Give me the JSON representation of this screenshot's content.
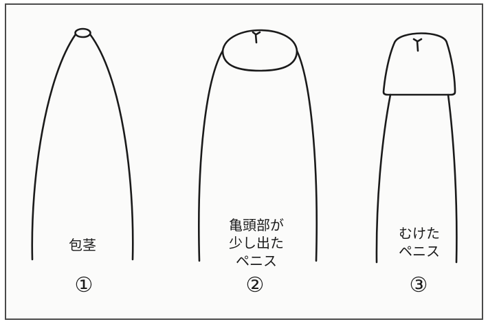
{
  "panels": [
    {
      "id": "1",
      "label": "包茎",
      "number": "①"
    },
    {
      "id": "2",
      "label": "亀頭部が\n少し出た\nペニス",
      "number": "②"
    },
    {
      "id": "3",
      "label": "むけた\nペニス",
      "number": "③"
    }
  ],
  "colors": {
    "line": "#1a1a1a",
    "frame": "#4a4a4a",
    "background": "#fbfbfa"
  }
}
